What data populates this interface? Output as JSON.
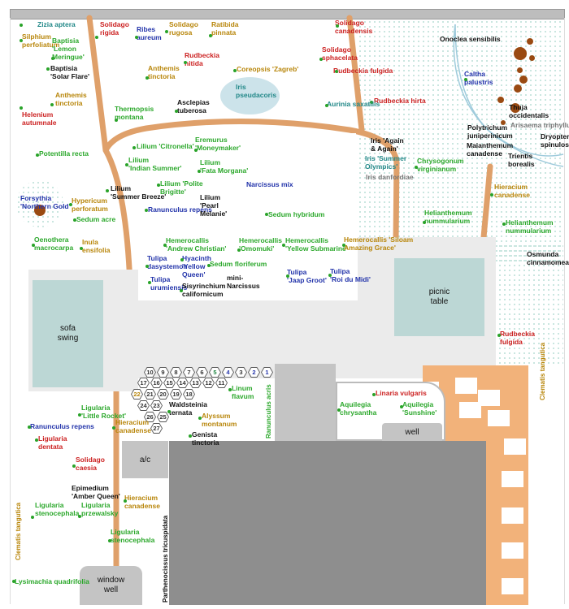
{
  "colors": {
    "dark_green": "#1f6e2a",
    "green": "#2ca82c",
    "orange": "#b8860b",
    "red": "#cc2222",
    "blue": "#2233aa",
    "teal": "#228888",
    "black": "#111111",
    "gray": "#777777",
    "path": "#dfa06a",
    "patio": "#ebebeb",
    "pond": "#cce3ea",
    "table": "#bcd7d5",
    "gray_block": "#c4c4c4",
    "house": "#8e8e8e",
    "deck": "#f2b27a"
  },
  "structures": {
    "sofa_swing": "sofa\nswing",
    "picnic_table": "picnic\ntable",
    "well_right": "well",
    "ac_unit": "a/c",
    "window_well": "window\nwell"
  },
  "hex_beds": [
    "10",
    "9",
    "8",
    "7",
    "6",
    "5",
    "4",
    "3",
    "2",
    "1",
    "17",
    "16",
    "15",
    "14",
    "13",
    "12",
    "11",
    "22",
    "21",
    "20",
    "19",
    "18",
    "24",
    "23",
    "26",
    "25",
    "27"
  ],
  "plants": [
    {
      "t": "Zizia aptera",
      "c": "teal"
    },
    {
      "t": "Solidago\nrigida",
      "c": "red"
    },
    {
      "t": "Ribes\naureum",
      "c": "blue"
    },
    {
      "t": "Solidago\nrugosa",
      "c": "orange"
    },
    {
      "t": "Ratibida\npinnata",
      "c": "orange"
    },
    {
      "t": "Solidago\ncanadensis",
      "c": "red"
    },
    {
      "t": "Silphium\nperfoliatum",
      "c": "orange"
    },
    {
      "t": "Baptisia\n'Lemon\nMeringue'",
      "c": "green"
    },
    {
      "t": "Solidago\nsphacelata",
      "c": "red"
    },
    {
      "t": "Onoclea sensibilis",
      "c": "black"
    },
    {
      "t": "Baptisia\n'Solar Flare'",
      "c": "black"
    },
    {
      "t": "Rudbeckia\nnitida",
      "c": "red"
    },
    {
      "t": "Anthemis\ntinctoria",
      "c": "orange"
    },
    {
      "t": "Coreopsis 'Zagreb'",
      "c": "orange"
    },
    {
      "t": "Rudbeckia fulgida",
      "c": "red"
    },
    {
      "t": "Caltha\npalustris",
      "c": "blue"
    },
    {
      "t": "Iris\npseudacoris",
      "c": "teal"
    },
    {
      "t": "Anthemis\ntinctoria",
      "c": "orange"
    },
    {
      "t": "Asclepias\ntuberosa",
      "c": "black"
    },
    {
      "t": "Rudbeckia hirta",
      "c": "red"
    },
    {
      "t": "Aurinia saxatilis",
      "c": "teal"
    },
    {
      "t": "Thermopsis\nmontana",
      "c": "green"
    },
    {
      "t": "Helenium\nautumnale",
      "c": "red"
    },
    {
      "t": "Thuja\noccidentalis",
      "c": "black"
    },
    {
      "t": "Arisaema triphyllum",
      "c": "gray"
    },
    {
      "t": "Polytrichum\njuniperinicum",
      "c": "black"
    },
    {
      "t": "Dryopteris\nspinulosa",
      "c": "black"
    },
    {
      "t": "Maianthemum\ncanadense",
      "c": "black"
    },
    {
      "t": "Lilium 'Citronella'",
      "c": "green"
    },
    {
      "t": "Eremurus\n'Moneymaker'",
      "c": "green"
    },
    {
      "t": "Iris 'Again\n& Again'",
      "c": "black"
    },
    {
      "t": "Potentilla recta",
      "c": "green"
    },
    {
      "t": "Iris 'Summer\nOlympics'",
      "c": "teal"
    },
    {
      "t": "Chrysogonum\nvirginianum",
      "c": "green"
    },
    {
      "t": "Trientis\nborealis",
      "c": "black"
    },
    {
      "t": "Lilium\n'Indian Summer'",
      "c": "green"
    },
    {
      "t": "Lilium\n'Fata Morgana'",
      "c": "green"
    },
    {
      "t": "Iris danfordiae",
      "c": "gray"
    },
    {
      "t": "Lilium 'Polite\nBrigitte'",
      "c": "green"
    },
    {
      "t": "Narcissus mix",
      "c": "blue"
    },
    {
      "t": "Lilium\n'Summer Breeze'",
      "c": "black"
    },
    {
      "t": "Hieracium\ncanadense",
      "c": "orange"
    },
    {
      "t": "Forsythia\n'Northern Gold'",
      "c": "blue"
    },
    {
      "t": "Hypericum\nperforatum",
      "c": "orange"
    },
    {
      "t": "Ranunculus repens",
      "c": "blue"
    },
    {
      "t": "Lilium\n'Pearl\nMelanie'",
      "c": "black"
    },
    {
      "t": "Sedum hybridum",
      "c": "green"
    },
    {
      "t": "Sedum acre",
      "c": "green"
    },
    {
      "t": "Helianthemum\nnummularium",
      "c": "green"
    },
    {
      "t": "Helianthemum\nnummularium",
      "c": "green"
    },
    {
      "t": "Oenothera\nmacrocarpa",
      "c": "green"
    },
    {
      "t": "Inula\nensifolia",
      "c": "orange"
    },
    {
      "t": "Hemerocallis\n'Andrew Christian'",
      "c": "green"
    },
    {
      "t": "Hemerocallis\n'Omomuki'",
      "c": "green"
    },
    {
      "t": "Hemerocallis\n'Yellow Submarine'",
      "c": "green"
    },
    {
      "t": "Hemerocallis 'Siloam\nAmazing Grace'",
      "c": "orange"
    },
    {
      "t": "Osmunda\ncinnamomea",
      "c": "black"
    },
    {
      "t": "Tulipa\ndasystemon",
      "c": "blue"
    },
    {
      "t": "Hyacinth\n'Yellow\nQueen'",
      "c": "blue"
    },
    {
      "t": "Sedum floriferum",
      "c": "green"
    },
    {
      "t": "mini-\nNarcissus",
      "c": "black"
    },
    {
      "t": "Tulipa\n'Jaap Groot'",
      "c": "blue"
    },
    {
      "t": "Tulipa\n'Roi du Midi'",
      "c": "blue"
    },
    {
      "t": "Tulipa\nurumiensis",
      "c": "blue"
    },
    {
      "t": "Sisyrinchium\ncalifornicum",
      "c": "black"
    },
    {
      "t": "Rudbeckia\nfulgida",
      "c": "red"
    },
    {
      "t": "Linum\nflavum",
      "c": "green"
    },
    {
      "t": "Linaria vulgaris",
      "c": "red"
    },
    {
      "t": "Aquilegia\nchrysantha",
      "c": "green"
    },
    {
      "t": "Aquilegia\n'Sunshine'",
      "c": "green"
    },
    {
      "t": "Ligularia\n'Little Rocket'",
      "c": "green"
    },
    {
      "t": "Waldsteinia\nternata",
      "c": "black"
    },
    {
      "t": "Hieracium\ncanadense",
      "c": "orange"
    },
    {
      "t": "Alyssum\nmontanum",
      "c": "orange"
    },
    {
      "t": "Ranunculus repens",
      "c": "blue"
    },
    {
      "t": "Genista\ntinctoria",
      "c": "black"
    },
    {
      "t": "Ligularia\ndentata",
      "c": "red"
    },
    {
      "t": "Solidago\ncaesia",
      "c": "red"
    },
    {
      "t": "Epimedium\n'Amber Queen'",
      "c": "black"
    },
    {
      "t": "Hieracium\ncanadense",
      "c": "orange"
    },
    {
      "t": "Ligularia\nstenocephala",
      "c": "green"
    },
    {
      "t": "Ligularia\nprzewalsky",
      "c": "green"
    },
    {
      "t": "Ligularia\nstenocephala",
      "c": "green"
    },
    {
      "t": "Lysimachia quadrifolia",
      "c": "green"
    }
  ],
  "vertical_labels": [
    {
      "t": "Clematis tangutica",
      "c": "orange"
    },
    {
      "t": "Ranunculus acris",
      "c": "green"
    },
    {
      "t": "Clematis tangutica",
      "c": "orange"
    },
    {
      "t": "Parthenocissus tricuspidata",
      "c": "black"
    }
  ]
}
